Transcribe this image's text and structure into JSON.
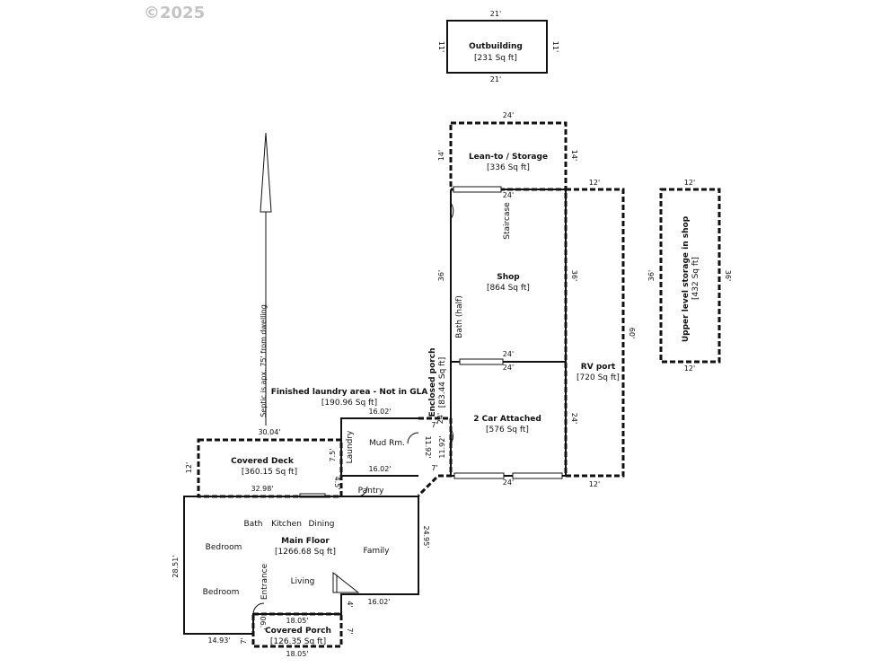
{
  "copyright": "©2025",
  "compass_note": "Septic is apx. 75' from dwelling",
  "areas": {
    "outbuilding": {
      "name": "Outbuilding",
      "area": "[231 Sq ft]"
    },
    "lean_to": {
      "name": "Lean-to / Storage",
      "area": "[336 Sq ft]"
    },
    "shop": {
      "name": "Shop",
      "area": "[864 Sq ft]"
    },
    "rv_port": {
      "name": "RV port",
      "area": "[720 Sq ft]"
    },
    "upper_storage": {
      "name": "Upper level storage in shop",
      "area": "[432 Sq ft]"
    },
    "laundry_area": {
      "name": "Finished laundry area - Not in GLA",
      "area": "[190.96 Sq ft]"
    },
    "enclosed_porch": {
      "name": "Enclosed porch",
      "area": "[83.44 Sq ft]"
    },
    "garage": {
      "name": "2 Car Attached",
      "area": "[576 Sq ft]"
    },
    "covered_deck": {
      "name": "Covered Deck",
      "area": "[360.15 Sq ft]"
    },
    "main_floor": {
      "name": "Main Floor",
      "area": "[1266.68 Sq ft]"
    },
    "covered_porch": {
      "name": "Covered Porch",
      "area": "[126.35 Sq ft]"
    }
  },
  "rooms": {
    "bath": "Bath",
    "kitchen": "Kitchen",
    "dining": "Dining",
    "bedroom1": "Bedroom",
    "bedroom2": "Bedroom",
    "family": "Family",
    "living": "Living",
    "entrance": "Entrance",
    "pantry": "Pantry",
    "laundry": "Laundry",
    "mud": "Mud Rm.",
    "staircase": "Staircase",
    "bath_half": "Bath (half)"
  },
  "dims": {
    "ob_top": "21'",
    "ob_bottom": "21'",
    "ob_left": "11'",
    "ob_right": "11'",
    "lt_top": "24'",
    "lt_left": "14'",
    "lt_right": "14'",
    "lt_bottom": "24'",
    "shop_left": "36'",
    "shop_right": "36'",
    "shop_bottom": "24'",
    "rv_top": "12'",
    "rv_right": "60'",
    "rv_bottom": "12'",
    "up_top": "12'",
    "up_left": "36'",
    "up_right": "36'",
    "up_bottom": "12'",
    "gar_top": "24'",
    "gar_right": "24'",
    "gar_bottom": "24'",
    "ep_24": "24'",
    "ep_7t": "7'",
    "ep_1192": "11.92'",
    "ep_1192b": "11.92'",
    "ep_7b": "7'",
    "la_top": "16.02'",
    "la_bottom": "16.02'",
    "la_75": "7.5'",
    "la_45": "4.5'",
    "cd_top": "30.04'",
    "cd_left": "12'",
    "cd_bottom": "32.98'",
    "mf_right": "24.95'",
    "mf_bottom": "16.02'",
    "mf_left": "28.51'",
    "mf_4": "4'",
    "mf_1493": "14.93'",
    "mf_7": "7'",
    "cp_top": "18.05'",
    "cp_bottom": "18.05'",
    "cp_left": "06.'",
    "cp_right": "7'"
  }
}
